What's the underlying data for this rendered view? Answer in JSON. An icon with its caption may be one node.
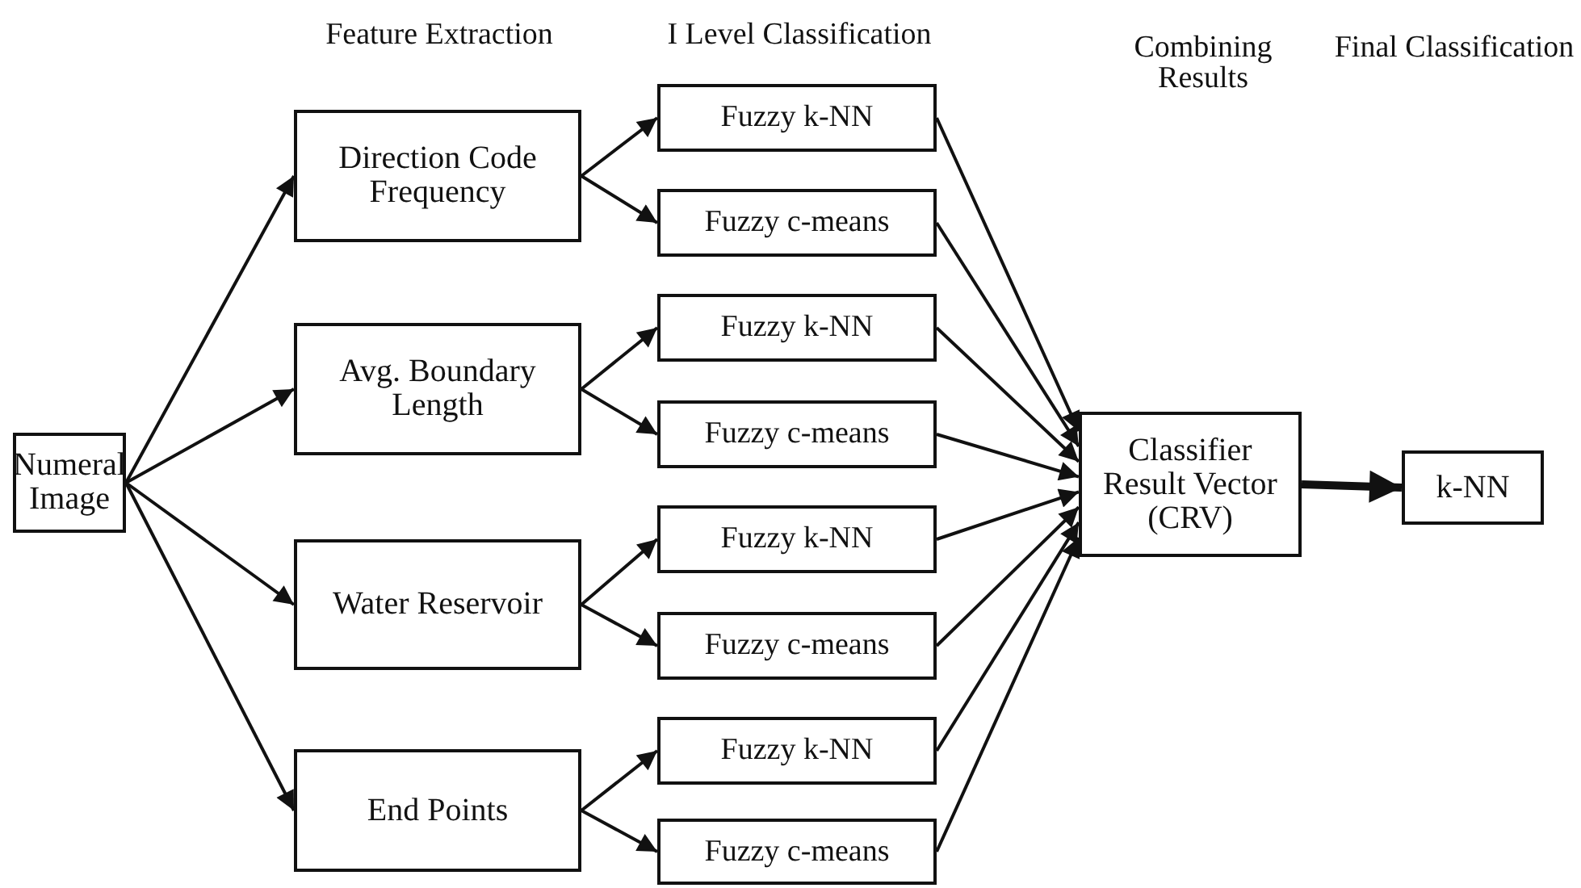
{
  "diagram": {
    "nodes": [
      {
        "text": [
          "Numeral Image"
        ]
      },
      {
        "text": [
          "Direction Code Frequency"
        ]
      },
      {
        "text": [
          "Avg. Boundary Length"
        ]
      },
      {
        "text": [
          "Water Reservoir"
        ]
      },
      {
        "text": [
          "End Points"
        ]
      },
      {
        "text": [
          "Fuzzy k-NN"
        ]
      },
      {
        "text": [
          "Fuzzy c-means"
        ]
      },
      {
        "text": [
          "Fuzzy k-NN"
        ]
      },
      {
        "text": [
          "Fuzzy c-means"
        ]
      },
      {
        "text": [
          "Fuzzy k-NN"
        ]
      },
      {
        "text": [
          "Fuzzy c-means"
        ]
      },
      {
        "text": [
          "Fuzzy k-NN"
        ]
      },
      {
        "text": [
          "Fuzzy c-means"
        ]
      },
      {
        "text": [
          "Classifier Result Vector (CRV)"
        ]
      },
      {
        "text": [
          "k-NN"
        ]
      }
    ],
    "edges": [
      {
        "from": 0,
        "to": 1,
        "arrow": "to"
      },
      {
        "from": 0,
        "to": 2,
        "arrow": "to"
      },
      {
        "from": 0,
        "to": 3,
        "arrow": "to"
      },
      {
        "from": 0,
        "to": 4,
        "arrow": "to"
      },
      {
        "from": 1,
        "to": 5,
        "arrow": "to"
      },
      {
        "from": 1,
        "to": 6,
        "arrow": "to"
      },
      {
        "from": 2,
        "to": 7,
        "arrow": "to"
      },
      {
        "from": 2,
        "to": 8,
        "arrow": "to"
      },
      {
        "from": 3,
        "to": 9,
        "arrow": "to"
      },
      {
        "from": 3,
        "to": 10,
        "arrow": "to"
      },
      {
        "from": 4,
        "to": 11,
        "arrow": "to"
      },
      {
        "from": 4,
        "to": 12,
        "arrow": "to"
      },
      {
        "from": 5,
        "to": 13,
        "arrow": "to"
      },
      {
        "from": 6,
        "to": 13,
        "arrow": "to"
      },
      {
        "from": 7,
        "to": 13,
        "arrow": "to"
      },
      {
        "from": 8,
        "to": 13,
        "arrow": "to"
      },
      {
        "from": 9,
        "to": 13,
        "arrow": "to"
      },
      {
        "from": 10,
        "to": 13,
        "arrow": "to"
      },
      {
        "from": 11,
        "to": 13,
        "arrow": "to"
      },
      {
        "from": 12,
        "to": 13,
        "arrow": "to"
      },
      {
        "from": 13,
        "to": 14,
        "arrow": "to",
        "style": "thick"
      }
    ],
    "labels": [
      "Feature Extraction",
      "I Level Classification",
      "Combining Results",
      "Final Classification"
    ]
  }
}
